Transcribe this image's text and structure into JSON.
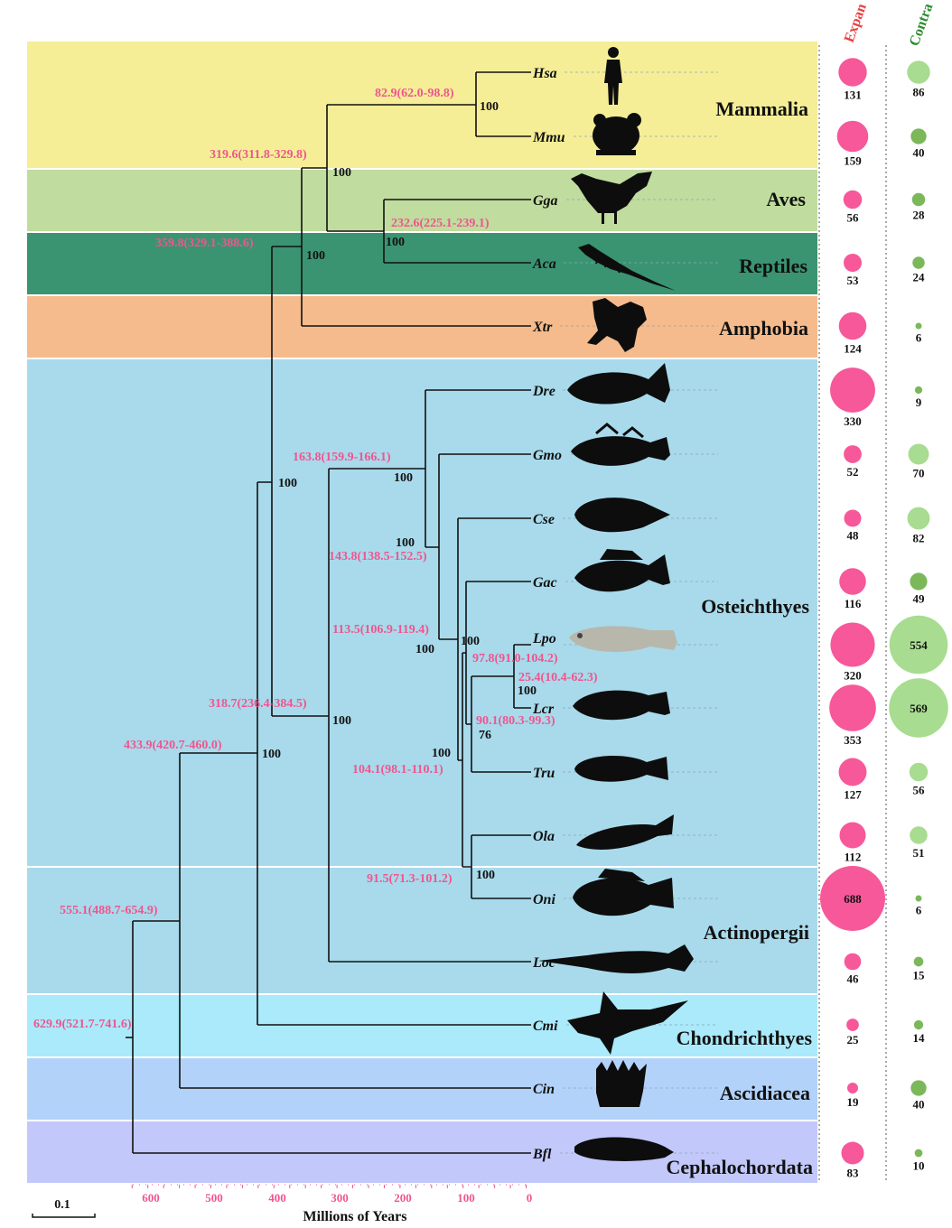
{
  "colors": {
    "mammalia_band": "#f5ee96",
    "aves_band": "#c0dc9e",
    "reptiles_band": "#3a9471",
    "amphibia_band": "#f5bb8c",
    "fish_band": "#a8daeb",
    "chondrichthyes_band": "#aaeafa",
    "ascidiacea_band": "#b3d2fa",
    "cephalochordata_band": "#c2c8fa",
    "expansion": "#f7589a",
    "contraction_dark": "#7ab85a",
    "contraction_light": "#a8dc90",
    "date_label": "#f0558f"
  },
  "column_headers": {
    "expansion": "Expan",
    "contraction": "Contra"
  },
  "clades": [
    {
      "name": "Mammalia"
    },
    {
      "name": "Aves"
    },
    {
      "name": "Reptiles"
    },
    {
      "name": "Amphobia"
    },
    {
      "name": "Osteichthyes"
    },
    {
      "name": "Actinopergii"
    },
    {
      "name": "Chondrichthyes"
    },
    {
      "name": "Ascidiacea"
    },
    {
      "name": "Cephalochordata"
    }
  ],
  "taxa": [
    {
      "abbr": "Hsa",
      "silhouette": "human-icon",
      "expansion": 131,
      "contraction": 86
    },
    {
      "abbr": "Mmu",
      "silhouette": "mouse-icon",
      "expansion": 159,
      "contraction": 40
    },
    {
      "abbr": "Gga",
      "silhouette": "chicken-icon",
      "expansion": 56,
      "contraction": 28
    },
    {
      "abbr": "Aca",
      "silhouette": "lizard-icon",
      "expansion": 53,
      "contraction": 24
    },
    {
      "abbr": "Xtr",
      "silhouette": "frog-icon",
      "expansion": 124,
      "contraction": 6
    },
    {
      "abbr": "Dre",
      "silhouette": "fish-icon",
      "expansion": 330,
      "contraction": 9
    },
    {
      "abbr": "Gmo",
      "silhouette": "fish-icon",
      "expansion": 52,
      "contraction": 70
    },
    {
      "abbr": "Cse",
      "silhouette": "fish-icon",
      "expansion": 48,
      "contraction": 82
    },
    {
      "abbr": "Gac",
      "silhouette": "fish-icon",
      "expansion": 116,
      "contraction": 49
    },
    {
      "abbr": "Lpo",
      "silhouette": "fish-photo-icon",
      "expansion": 320,
      "contraction": 554
    },
    {
      "abbr": "Lcr",
      "silhouette": "fish-icon",
      "expansion": 353,
      "contraction": 569
    },
    {
      "abbr": "Tru",
      "silhouette": "pufferfish-icon",
      "expansion": 127,
      "contraction": 56
    },
    {
      "abbr": "Ola",
      "silhouette": "fish-icon",
      "expansion": 112,
      "contraction": 51
    },
    {
      "abbr": "Oni",
      "silhouette": "tilapia-icon",
      "expansion": 688,
      "contraction": 6
    },
    {
      "abbr": "Loc",
      "silhouette": "gar-icon",
      "expansion": 46,
      "contraction": 15
    },
    {
      "abbr": "Cmi",
      "silhouette": "shark-icon",
      "expansion": 25,
      "contraction": 14
    },
    {
      "abbr": "Cin",
      "silhouette": "sea-squirt-icon",
      "expansion": 19,
      "contraction": 40
    },
    {
      "abbr": "Bfl",
      "silhouette": "lancelet-icon",
      "expansion": 83,
      "contraction": 10
    }
  ],
  "node_dates": [
    "82.9(62.0-98.8)",
    "319.6(311.8-329.8)",
    "232.6(225.1-239.1)",
    "359.8(329.1-388.6)",
    "163.8(159.9-166.1)",
    "143.8(138.5-152.5)",
    "113.5(106.9-119.4)",
    "97.8(91.0-104.2)",
    "25.4(10.4-62.3)",
    "90.1(80.3-99.3)",
    "104.1(98.1-110.1)",
    "91.5(71.3-101.2)",
    "318.7(236.4-384.5)",
    "433.9(420.7-460.0)",
    "555.1(488.7-654.9)",
    "629.9(521.7-741.6)"
  ],
  "bootstrap": [
    "100",
    "100",
    "100",
    "100",
    "100",
    "100",
    "100",
    "100",
    "100",
    "100",
    "76",
    "100",
    "100",
    "100",
    "100"
  ],
  "axis": {
    "title": "Millions of Years",
    "ticks": [
      "600",
      "500",
      "400",
      "300",
      "200",
      "100",
      "0"
    ],
    "scale_label": "0.1"
  }
}
